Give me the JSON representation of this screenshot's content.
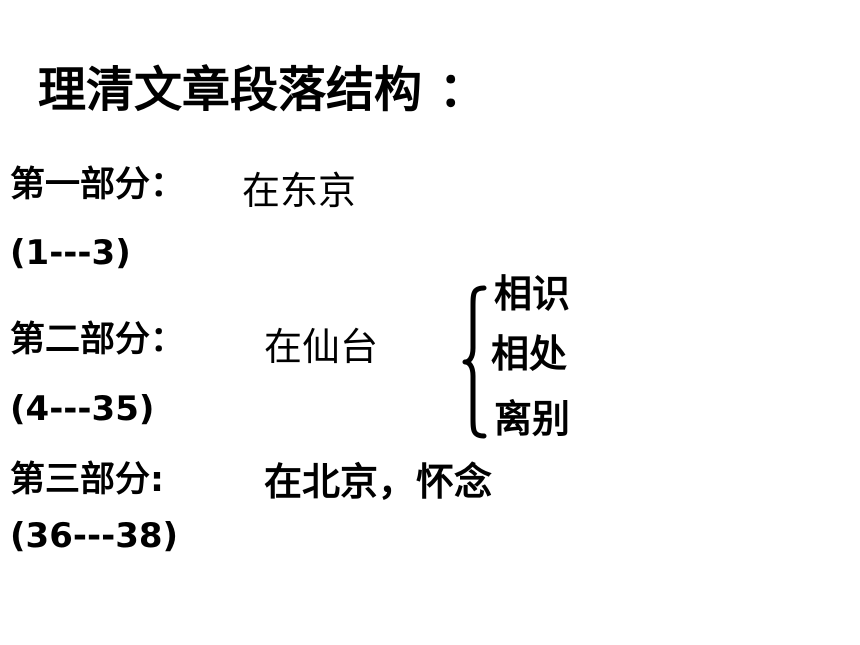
{
  "title": "理清文章段落结构 ：",
  "parts": [
    {
      "label": "第一部分：",
      "range": "(1---3)",
      "content": "在东京"
    },
    {
      "label": "第二部分：",
      "range": "(4---35)",
      "content": "在仙台"
    },
    {
      "label": "第三部分:",
      "range": "(36---38)",
      "content": "在北京，怀念"
    }
  ],
  "sub_items": [
    "相识",
    "相处",
    "离别"
  ],
  "icons": {
    "brace": "left-curly-brace-icon"
  }
}
